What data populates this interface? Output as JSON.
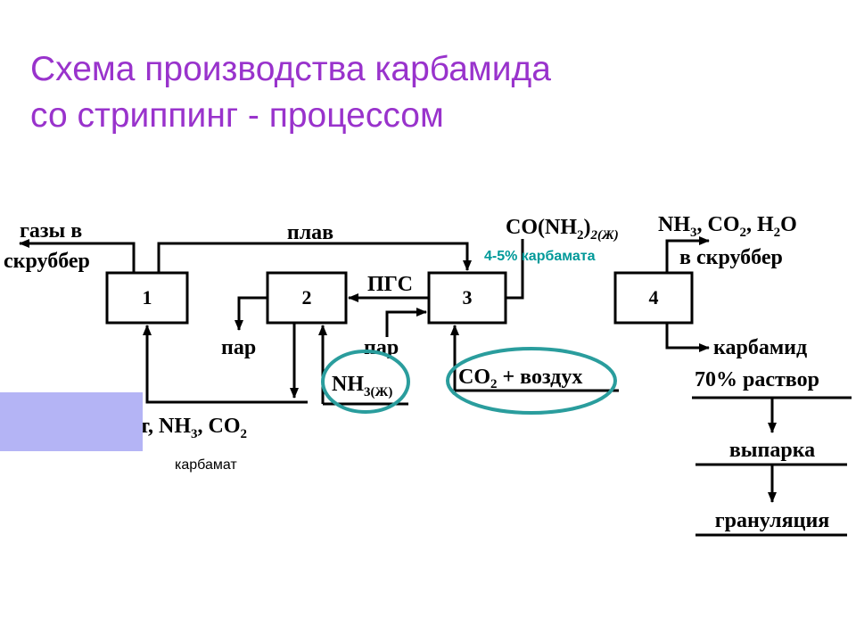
{
  "title": {
    "line1": "Схема производства карбамида",
    "line2": "со стриппинг - процессом"
  },
  "colors": {
    "title": "#9933cc",
    "note": "#009999",
    "ellipse": "#2a9d9d",
    "overlay": "#b4b4f5"
  },
  "blocks": {
    "b1": "1",
    "b2": "2",
    "b3": "3",
    "b4": "4"
  },
  "labels": {
    "gases_1": "газы в",
    "gases_2": "скруббер",
    "melt": "плав",
    "pgs": "ПГС",
    "steam_left": "пар",
    "steam_right": "пар",
    "nh3_main": "NH",
    "nh3_sub": "3(Ж)",
    "co2_air_main": "CO",
    "co2_air_sub": "2",
    "co2_air_rest": " + воздух",
    "bottom_1": "т, NH",
    "bottom_2": "3",
    "bottom_3": ", CO",
    "bottom_4": "2",
    "carbamate": "карбамат",
    "product_main": "CO(NH",
    "product_sub1": "2",
    "product_close": ")",
    "product_sub2": "2(Ж)",
    "carbamate_share": "4-5% карбамата",
    "gases4_a": "NH",
    "gases4_b": "3",
    "gases4_c": ", CO",
    "gases4_d": "2",
    "gases4_e": ", H",
    "gases4_f": "2",
    "gases4_g": "O",
    "to_scrubber": "в скруббер",
    "urea": "карбамид",
    "solution": "70% раствор",
    "evaporation": "выпарка",
    "granulation": "грануляция"
  }
}
